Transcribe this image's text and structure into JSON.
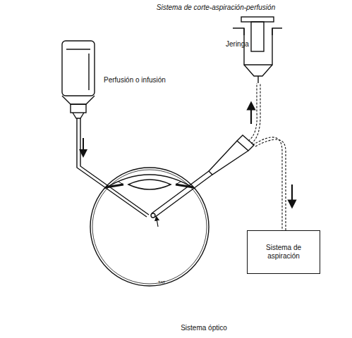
{
  "diagram": {
    "title": "Sistema de corte-aspiración-perfusión",
    "caption": "Sistema óptico",
    "nodes": [
      {
        "text": [
          "Sistema de aspiración"
        ]
      }
    ],
    "labels": [
      "Perfusión o infusión",
      "Jeringa",
      "TAT"
    ]
  }
}
